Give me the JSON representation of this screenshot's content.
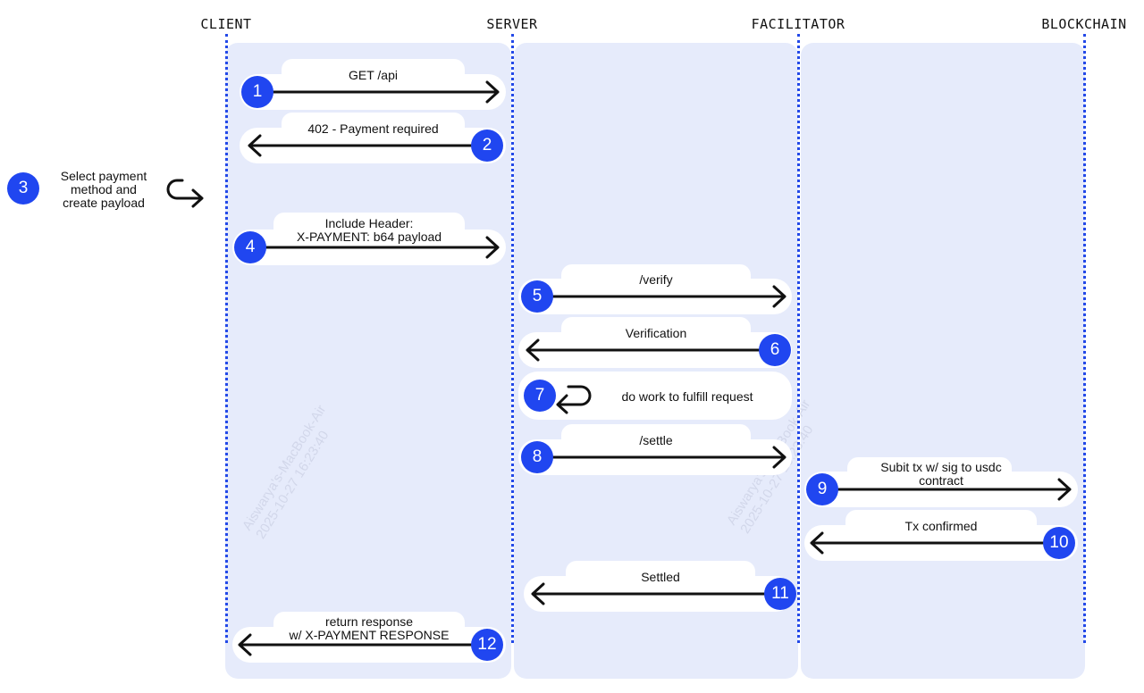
{
  "lanes": {
    "client": "CLIENT",
    "server": "SERVER",
    "facilitator": "FACILITATOR",
    "blockchain": "BLOCKCHAIN"
  },
  "steps": [
    {
      "n": "1",
      "label": "GET /api",
      "from": "client",
      "to": "server"
    },
    {
      "n": "2",
      "label": "402 - Payment required",
      "from": "server",
      "to": "client"
    },
    {
      "n": "3",
      "label": "Select payment method and create payload",
      "from": "client",
      "to": "client"
    },
    {
      "n": "4",
      "label": "Include Header: X-PAYMENT: b64 payload",
      "from": "client",
      "to": "server"
    },
    {
      "n": "5",
      "label": "/verify",
      "from": "server",
      "to": "facilitator"
    },
    {
      "n": "6",
      "label": "Verification",
      "from": "facilitator",
      "to": "server"
    },
    {
      "n": "7",
      "label": "do work to fulfill request",
      "from": "server",
      "to": "server"
    },
    {
      "n": "8",
      "label": "/settle",
      "from": "server",
      "to": "facilitator"
    },
    {
      "n": "9",
      "label": "Subit tx w/ sig to usdc contract",
      "from": "facilitator",
      "to": "blockchain"
    },
    {
      "n": "10",
      "label": "Tx confirmed",
      "from": "blockchain",
      "to": "facilitator"
    },
    {
      "n": "11",
      "label": "Settled",
      "from": "facilitator",
      "to": "server"
    },
    {
      "n": "12",
      "label": "return response w/ X-PAYMENT RESPONSE",
      "from": "server",
      "to": "client"
    }
  ],
  "text": {
    "s1": "GET /api",
    "s2": "402 - Payment required",
    "s3a": "Select payment",
    "s3b": "method and",
    "s3c": "create payload",
    "s4a": "Include Header:",
    "s4b": "X-PAYMENT: b64 payload",
    "s5": "/verify",
    "s6": "Verification",
    "s7": "do work to fulfill request",
    "s8": "/settle",
    "s9a": "Subit tx w/ sig to usdc",
    "s9b": "contract",
    "s10": "Tx confirmed",
    "s11": "Settled",
    "s12a": "return response",
    "s12b": "w/ X-PAYMENT RESPONSE"
  },
  "watermark": {
    "line1": "Aiswarya's-MacBook-Air",
    "line2": "2025-10-27 16:23:40"
  },
  "colors": {
    "accent": "#2046f0",
    "lane_bg": "#e6ebfb",
    "lifeline": "#2349e8",
    "arrow": "#111111"
  }
}
